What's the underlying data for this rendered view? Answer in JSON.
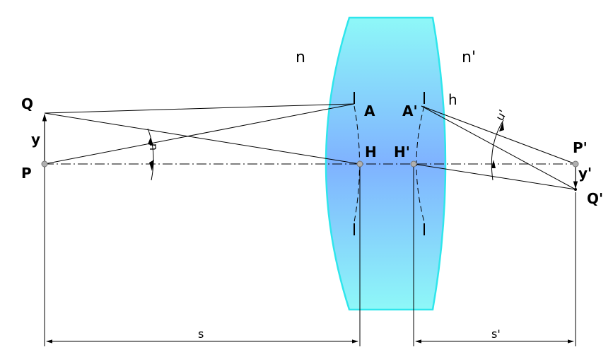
{
  "labels": {
    "n": "n",
    "n_prime": "n'",
    "h": "h",
    "Q": "Q",
    "P": "P",
    "y": "y",
    "A": "A",
    "A_prime": "A'",
    "H": "H",
    "H_prime": "H'",
    "P_prime": "P'",
    "Q_prime": "Q'",
    "y_prime": "y'",
    "u": "u",
    "u_prime": "u'",
    "s": "s",
    "s_prime": "s'"
  },
  "colors": {
    "lens_fill_top": "#8af5f7",
    "lens_fill_mid": "#7fb0ff",
    "lens_edge": "#2fe6ec",
    "line": "#000000",
    "point": "#b0b0b0"
  }
}
